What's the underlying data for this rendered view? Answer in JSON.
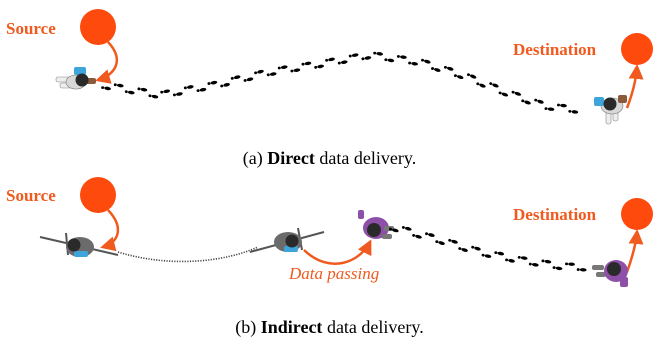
{
  "colors": {
    "accent": "#f05a1e",
    "node": "#ff4a0e",
    "footprint": "#000000",
    "text": "#000000",
    "person_blue": "#3da4dc",
    "person_purple": "#8e4fa8",
    "person_gray": "#6b6b6b"
  },
  "panel_a": {
    "source_label": "Source",
    "destination_label": "Destination",
    "caption_prefix": "(a) ",
    "caption_bold": "Direct",
    "caption_suffix": " data delivery."
  },
  "panel_b": {
    "source_label": "Source",
    "destination_label": "Destination",
    "transfer_label": "Data passing",
    "caption_prefix": "(b) ",
    "caption_bold": "Indirect",
    "caption_suffix": " data delivery."
  },
  "icons": [
    "walker-icon",
    "cyclist-icon",
    "footprints-icon",
    "node-circle-icon",
    "arrow-icon"
  ]
}
